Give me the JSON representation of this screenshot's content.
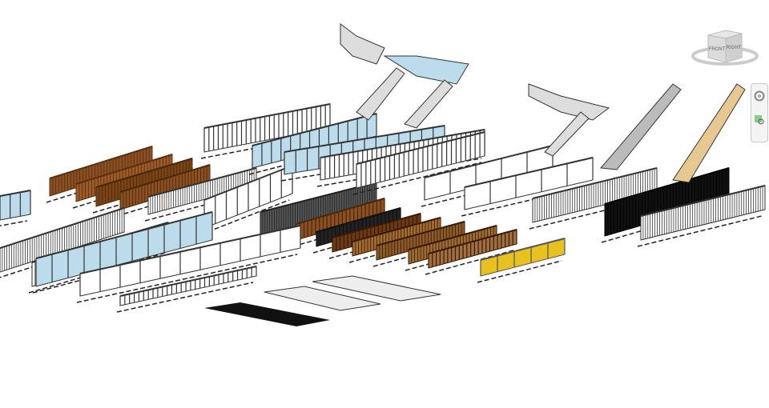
{
  "view": {
    "type": "3D railing family catalog",
    "viewcube": {
      "front_label": "FRONT",
      "right_label": "RIGHT"
    },
    "navigation_bar": {
      "steering_wheel": "steering-wheel-icon",
      "zoom": "zoom-region-icon"
    }
  },
  "colors": {
    "background": "#ffffff",
    "glass": "#bcdcec",
    "wood": "#8a4f22",
    "metal": "#333333",
    "yellow": "#e8c020"
  }
}
